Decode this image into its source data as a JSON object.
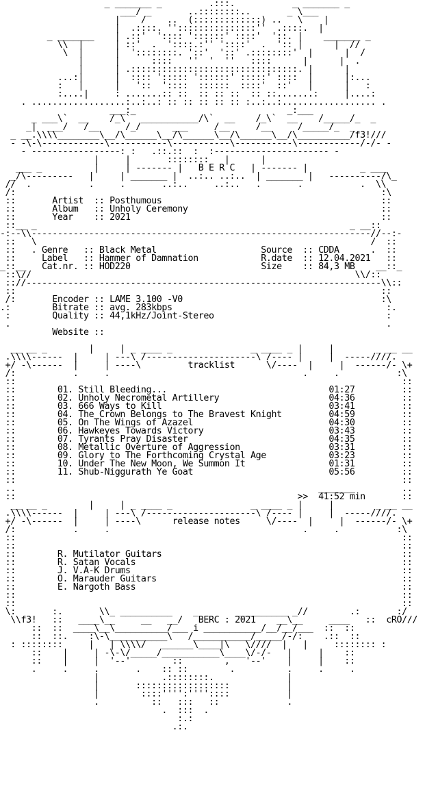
{
  "colors": {
    "background": "#ffffff",
    "text": "#000000"
  },
  "nfo_lines": [
    "                    _ _______ _         .:::.           _ _______ _",
    "                       ___/ _       ..::::::::..       _ \\___",
    "                      |    /    ..  (:::::::::::::) ..   \\    |",
    "                      |  .::::. '':::::::::::::::''  .::::.  |",
    "         _ _______    | .::'  ':::: '::::::' ::::'  '::. |    _______ _",
    "           \\\\  |      | ::'  .  '::::.:'' '::::'  .  ':: |      |  //",
    "            \\  |      |  '::::::::. '::'  '::' .::::::::'  |      |  /",
    "               |      |      ::::   ''  '  ''   ::::      |      |  .",
    "               |      | .::::::::::::::::::::::::::::::::. |      |",
    "           ...:|      |  :::: '::::: '::::::' :::::' ::::  |      |:...",
    "           :   |      |   '::  '::::  ::::::  ::::'  ::'   |      |   :",
    "           :....|     : .......:: ::  :: :: ::  :: ::.......:     |....:",
    "    . ..................:..:..: :: :: :: :: :: :..:..:.................. .",
    "                     ___:_                             _:___",
    "      _ ___\\`  __    /_\\`  ___________/\\`  __    /_\\`  __    /_____/_  _",
    "     _|  ___/   /__     /_/      ___     /__     /__     /_____/_  _",
    "  _ __.\\\\\\\\________\\__/\\______\\__/\\______\\__/\\______\\__/\\__________/f3!///",
    "  - -\\-\\------------\\-----------\\-----------\\-----------\\------------/-/- -",
    "    - -----------------: :   .::.::  :  :---------------------- -",
    "                  |     |       ::::::::   |      |",
    "   ___ _          |     | ------- |   B E R C   | ------- |          _ ___",
    "  _/\\---------   |     | _______ |  ..:.. ..:..  | _______ |   ----------/\\_",
    " //  .           .     .       ..:..     ..:..   .       .           .  \\\\",
    " /:                                                                      :\\",
    " ::       Artist  :: Posthumous                                          ::",
    " ::       Album   :: Unholy Ceremony                                     ::",
    " ::       Year    :: 2021                                                ::",
    " ::__ _                                                            _ __::",
    "-:--\\\\-----------------------------------------------------------------//--:-",
    " ::   \\                                                                /  ::",
    " ::   . Genre   :: Black Metal                    Source  :: CDDA      .  ::",
    " ::     Label   :: Hammer of Damnation            R.date  :: 12.04.2021   ::",
    "_::__   Cat.nr. :: HOD220                         Size    :: 84,3 MB    __::_",
    " ::\\//                                                              \\\\/::",
    " :://--------------------------------------------------------------------\\\\::",
    " ::                                                                      ::",
    " /:       Encoder :: LAME 3.100 -V0                                      :\\",
    ".:        Bitrate :: avg. 283kbps                                         :.",
    " :        Quality :: 44,1kHz/Joint-Stereo                                 :",
    " .                                                                        .",
    "          Website ::",
    "",
    "  __ __ _        |     | _ ____ _               _ ____ _ |     |        _ __ __",
    " .\\\\\\\\------  |     | ---\\ /---------------------\\ /---- |     |  -----////.",
    " +/ -\\------  |     | ----\\         tracklist      \\/----  |     |  ------/- \\+",
    " /:           .     .                                     .     .           :\\",
    " ::                                                                          ::",
    " ::        01. Still Bleeding...                               01:27         ::",
    " ::        02. Unholy Necrometal Artillery                     04:36         ::",
    " ::        03. 666 Ways to Kill                                03:41         ::",
    " ::        04. The Crown Belongs to The Bravest Knight         04:59         ::",
    " ::        05. On The Wings of Azazel                          04:30         ::",
    " ::        06. Hawkeyes Towards Victory                        03:43         ::",
    " ::        07. Tyrants Pray Disaster                           04:35         ::",
    " ::        08. Metallic Overture of Aggression                 03:31         ::",
    " ::        09. Glory to The Forthcoming Crystal Age            03:23         ::",
    " ::        10. Under The New Moon, We Summon It                01:31         ::",
    " ::        11. Shub-Niggurath Ye Goat                          05:56         ::",
    " ::                                                                          ::",
    " ..                                                          _______         ..",
    " ::                                                      >>  41:52 min       ::",
    "  __ __ _        |     | _ ____ _               _ ____ _ |     |        _ __ __",
    " .\\\\\\\\------  |     | ---\\ /---------------------\\ /---- |     |  -----////.",
    " +/ -\\------  |     | ----\\      release notes     \\/----  |     |  ------/- \\+",
    " /:           .     .                                     .     .           :\\",
    " ::                                                                          ::",
    " ::                                                                          ::",
    " ::        R. Mutilator Guitars                                              ::",
    " ::        R. Satan Vocals                                                   ::",
    " ::        J. V.A-K Drums                                                    ::",
    " ::        O. Marauder Guitars                                               ::",
    " ::        E. Nargoth Bass                                                   ::",
    " ::                                                                          ::",
    " ::                                                                          ::",
    " \\:       :.       \\\\_ __________    _       __________ _//        .:       :/",
    "  \\\\f3!   ::   ____\\__     __   __/   BERC : 2021    __\\__     ____   ::  cRO///",
    "      ::  ::  ____\\__\\__________/___ i ___________/__/__/___  ::  ::",
    "      ::  ::.    :\\-\\___________\\   /___________/_____/-/:    .::  ::",
    "  : ::::::::     |   | \\\\\\\\/   ______\\____|\\   \\////  |   |     :::::::: :",
    "      ::    |     | -\\-\\/_____/___________\\____\\/-/-   |     |    ::",
    "      ::    |     |  '--'        ::        ,   '--'    |     |    ::",
    "      .     .     .       .    :: ::        .          .     .     .",
    "                  |            .::::::::.              |",
    "                  |       ::::::::::::::::::           |",
    "                  |        ::::'''':''''::::           |",
    "                  .          ::   :::   ::             .",
    "                               .  :::  .",
    "                                  :.:",
    "                                 .:."
  ]
}
